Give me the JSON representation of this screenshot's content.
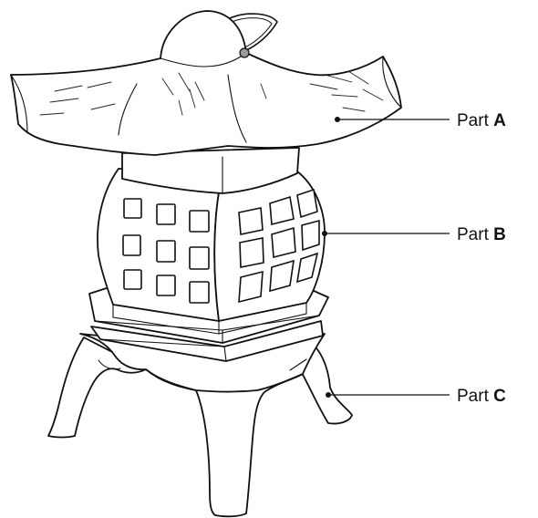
{
  "labels": [
    {
      "id": "a",
      "prefix": "Part ",
      "letter": "A"
    },
    {
      "id": "b",
      "prefix": "Part ",
      "letter": "B"
    },
    {
      "id": "c",
      "prefix": "Part ",
      "letter": "C"
    }
  ]
}
